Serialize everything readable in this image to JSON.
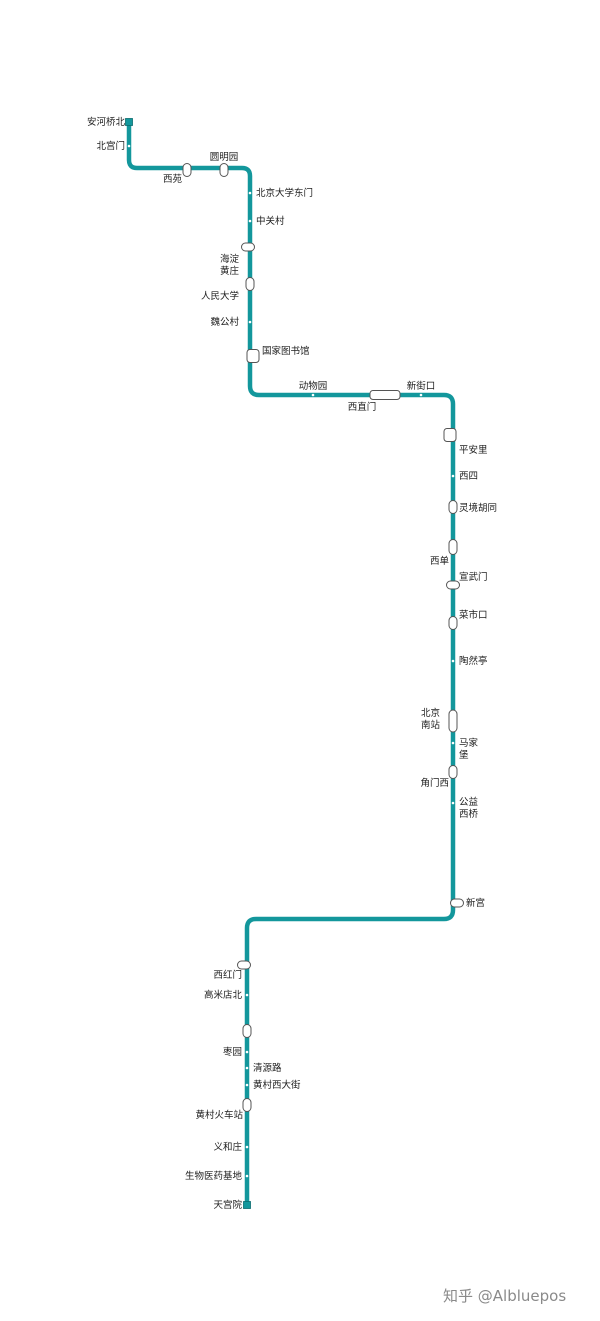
{
  "line": {
    "color": "#13979c",
    "stations": [
      {
        "id": "anheqiaobei",
        "name": "安河桥北",
        "type": "terminal"
      },
      {
        "id": "beigongmen",
        "name": "北宫门",
        "type": "station"
      },
      {
        "id": "xiyuan",
        "name": "西苑",
        "type": "transfer"
      },
      {
        "id": "yuanmingyuan",
        "name": "圆明园",
        "type": "transfer"
      },
      {
        "id": "beida-dongmen",
        "name": "北京大学东门",
        "type": "station"
      },
      {
        "id": "zhongguancun",
        "name": "中关村",
        "type": "station"
      },
      {
        "id": "haidian-huangzhuang",
        "name": "海淀\n黄庄",
        "type": "transfer"
      },
      {
        "id": "renmin-daxue",
        "name": "人民大学",
        "type": "transfer"
      },
      {
        "id": "weigongcun",
        "name": "魏公村",
        "type": "station"
      },
      {
        "id": "guojia-tushuguan",
        "name": "国家图书馆",
        "type": "transfer"
      },
      {
        "id": "dongwuyuan",
        "name": "动物园",
        "type": "station"
      },
      {
        "id": "xizhimen",
        "name": "西直门",
        "type": "transfer"
      },
      {
        "id": "xinjiekou",
        "name": "新街口",
        "type": "station"
      },
      {
        "id": "pinganli",
        "name": "平安里",
        "type": "transfer"
      },
      {
        "id": "xisi",
        "name": "西四",
        "type": "station"
      },
      {
        "id": "lingjing-hutong",
        "name": "灵境胡同",
        "type": "transfer"
      },
      {
        "id": "xidan",
        "name": "西单",
        "type": "transfer"
      },
      {
        "id": "xuanwumen",
        "name": "宣武门",
        "type": "transfer"
      },
      {
        "id": "caishikou",
        "name": "菜市口",
        "type": "transfer"
      },
      {
        "id": "taoranting",
        "name": "陶然亭",
        "type": "station"
      },
      {
        "id": "beijing-nanzhan",
        "name": "北京\n南站",
        "type": "transfer"
      },
      {
        "id": "majiabao",
        "name": "马家\n堡",
        "type": "station"
      },
      {
        "id": "jiaomenxi",
        "name": "角门西",
        "type": "transfer"
      },
      {
        "id": "gongyi-xiqiao",
        "name": "公益\n西桥",
        "type": "station"
      },
      {
        "id": "xingong",
        "name": "新宫",
        "type": "transfer"
      },
      {
        "id": "xihongmen",
        "name": "西红门",
        "type": "transfer"
      },
      {
        "id": "gaomidian-bei",
        "name": "高米店北",
        "type": "station"
      },
      {
        "id": "gaomidian-nan",
        "name": "",
        "type": "transfer"
      },
      {
        "id": "zaoyuan",
        "name": "枣园",
        "type": "station"
      },
      {
        "id": "qingyuanlu",
        "name": "清源路",
        "type": "station"
      },
      {
        "id": "huangcun-xidajie",
        "name": "黄村西大街",
        "type": "station"
      },
      {
        "id": "huangcun-huochezhan",
        "name": "黄村火车站",
        "type": "transfer"
      },
      {
        "id": "yihezhuang",
        "name": "义和庄",
        "type": "station"
      },
      {
        "id": "shengwu-yiyao-jidi",
        "name": "生物医药基地",
        "type": "station"
      },
      {
        "id": "tiangongyuan",
        "name": "天宫院",
        "type": "terminal"
      }
    ]
  },
  "watermark": "知乎 @Albluepos"
}
